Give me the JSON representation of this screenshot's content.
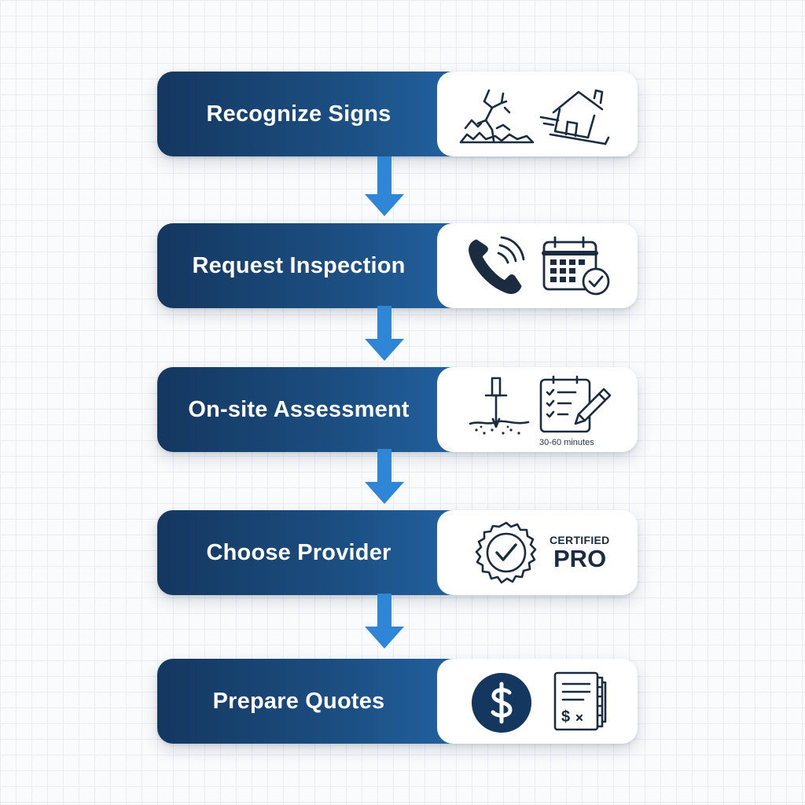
{
  "steps": [
    {
      "label": "Recognize Signs",
      "icons": [
        "cracked-ground-icon",
        "tilted-house-icon"
      ]
    },
    {
      "label": "Request Inspection",
      "icons": [
        "phone-call-icon",
        "calendar-check-icon"
      ]
    },
    {
      "label": "On-site Assessment",
      "icons": [
        "soil-probe-icon",
        "checklist-pencil-icon"
      ],
      "caption": "30-60 minutes"
    },
    {
      "label": "Choose Provider",
      "icons": [
        "certified-badge-icon"
      ],
      "badge": {
        "top": "CERTIFIED",
        "bottom": "PRO"
      }
    },
    {
      "label": "Prepare Quotes",
      "icons": [
        "dollar-coin-icon",
        "invoice-icon"
      ]
    }
  ],
  "colors": {
    "bar_dark": "#14375f",
    "bar_light": "#2364a3",
    "arrow": "#2f86d6",
    "icon_stroke": "#1b2c40",
    "panel": "#ffffff"
  }
}
